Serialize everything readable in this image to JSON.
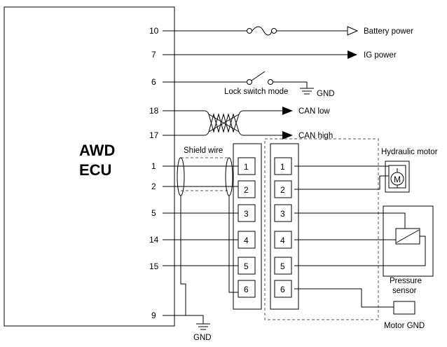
{
  "ecu": {
    "line1": "AWD",
    "line2": "ECU"
  },
  "pins": [
    "10",
    "7",
    "6",
    "18",
    "17",
    "1",
    "2",
    "5",
    "14",
    "15",
    "9"
  ],
  "signals": {
    "battery": "Battery power",
    "ig": "IG power",
    "lock_switch": "Lock switch mode",
    "gnd": "GND",
    "can_low": "CAN low",
    "can_high": "CAN high"
  },
  "shield_label": "Shield wire",
  "connector_pins": [
    "1",
    "2",
    "3",
    "4",
    "5",
    "6"
  ],
  "components": {
    "hydraulic_motor": "Hydraulic motor",
    "motor_symbol": "M",
    "pressure_sensor_line1": "Pressure",
    "pressure_sensor_line2": "sensor",
    "motor_gnd": "Motor GND"
  },
  "bottom_gnd": "GND"
}
